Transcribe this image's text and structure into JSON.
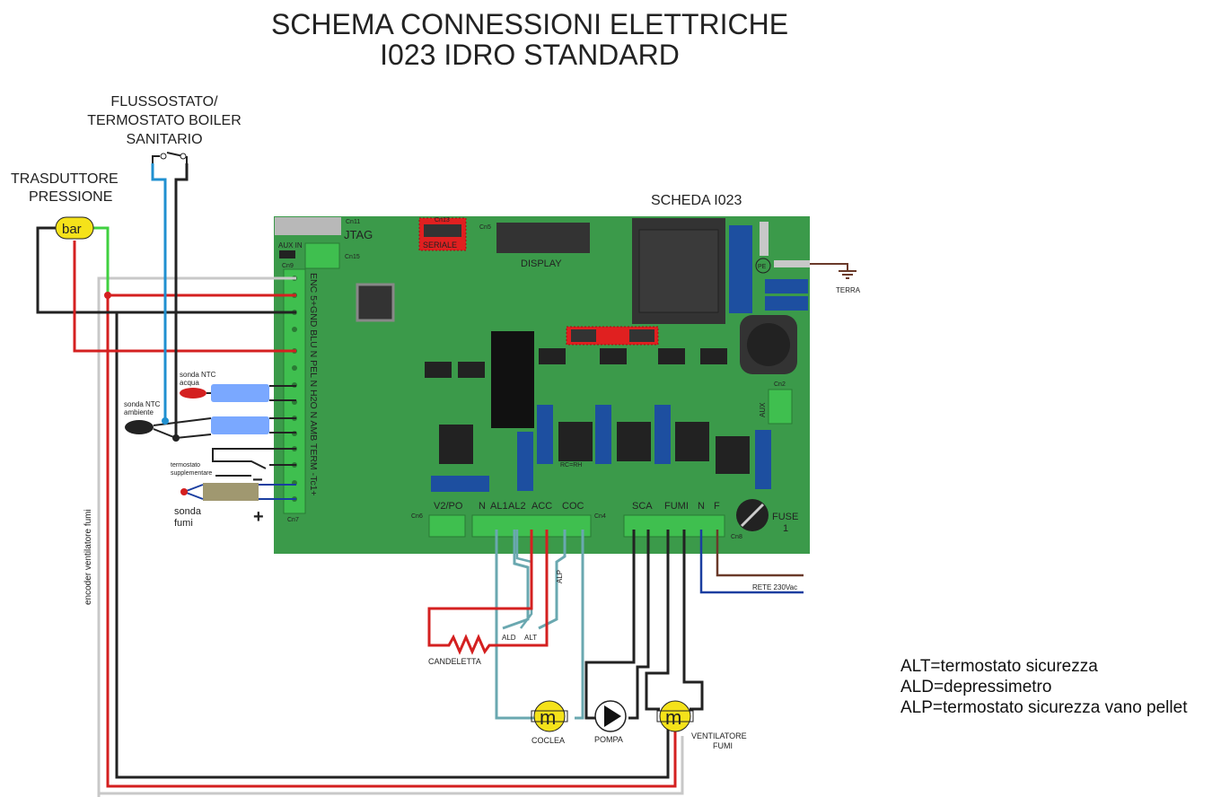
{
  "title": {
    "line1": "SCHEMA CONNESSIONI ELETTRICHE",
    "line2": "I023 IDRO STANDARD"
  },
  "labels": {
    "flussostato_1": "FLUSSOSTATO/",
    "flussostato_2": "TERMOSTATO BOILER",
    "flussostato_3": "SANITARIO",
    "trasduttore_1": "TRASDUTTORE",
    "trasduttore_2": "PRESSIONE",
    "bar": "bar",
    "scheda": "SCHEDA I023",
    "terra": "TERRA",
    "pe": "PE",
    "jtag": "JTAG",
    "cn11": "Cn11",
    "cn13": "Cn13",
    "seriale": "SERIALE",
    "cn5": "Cn5",
    "display": "DISPLAY",
    "aux_in": "AUX IN",
    "cn9": "Cn9",
    "cn15": "Cn15",
    "cn7": "Cn7",
    "cn2": "Cn2",
    "aux": "AUX",
    "cn6": "Cn6",
    "cn4": "Cn4",
    "cn8": "Cn8",
    "fuse": "FUSE",
    "fuse_num": "1",
    "v2po": "V2/PO",
    "n1": "N",
    "al1": "AL1",
    "al2": "AL2",
    "acc": "ACC",
    "coc": "COC",
    "sca": "SCA",
    "fumi": "FUMI",
    "n2": "N",
    "f": "F",
    "rete": "RETE 230Vac",
    "vertical_terminals": "ENC 5+GND BLU N PEL N H2O N AMB TERM -Tc1+",
    "sonda_ntc_acqua_1": "sonda NTC",
    "sonda_ntc_acqua_2": "acqua",
    "sonda_ntc_amb_1": "sonda NTC",
    "sonda_ntc_amb_2": "ambiente",
    "termostato_supp_1": "termostato",
    "termostato_supp_2": "supplementare",
    "sonda_fumi_1": "sonda",
    "sonda_fumi_2": "fumi",
    "minus": "−",
    "plus": "+",
    "encoder": "encoder ventilatore fumi",
    "alp": "ALP",
    "ald": "ALD",
    "alt": "ALT",
    "candeletta": "CANDELETTA",
    "m1": "m",
    "m2": "m",
    "coclea": "COCLEA",
    "pompa": "POMPA",
    "ventilatore_1": "VENTILATORE",
    "ventilatore_2": "FUMI",
    "rn": "RC=RH"
  },
  "legend": [
    "ALT=termostato sicurezza",
    "ALD=depressimetro",
    "ALP=termostato sicurezza vano pellet"
  ],
  "colors": {
    "board": "#3b9a4a",
    "terminal": "#3fbf4f",
    "wire_red": "#d42020",
    "wire_black": "#222222",
    "wire_blue": "#2090d0",
    "wire_teal": "#6aa8b0",
    "wire_gray": "#c8c8c8",
    "wire_brown": "#6a3a2a",
    "wire_navy": "#1a3ea0",
    "wire_green": "#40d040",
    "motor_yellow": "#f5e21a",
    "relay_blue": "#1d4fa0"
  }
}
